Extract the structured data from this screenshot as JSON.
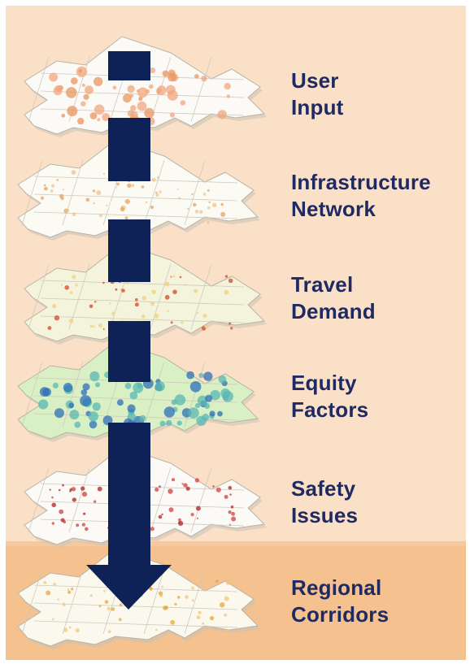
{
  "layers": [
    {
      "line1": "User",
      "line2": "Input",
      "fill": "#fbfaf6",
      "dot": "#f2a77d",
      "accent": "#e9965f"
    },
    {
      "line1": "Infrastructure",
      "line2": "Network",
      "fill": "#fbfaf3",
      "dot": "#f1c38d",
      "accent": "#e6a25f"
    },
    {
      "line1": "Travel",
      "line2": "Demand",
      "fill": "#f4f4dc",
      "dot": "#f0d27a",
      "accent": "#d9462a"
    },
    {
      "line1": "Equity",
      "line2": "Factors",
      "fill": "#d9efc4",
      "dot": "#58b7b1",
      "accent": "#2e6fb8"
    },
    {
      "line1": "Safety",
      "line2": "Issues",
      "fill": "#fbfaf6",
      "dot": "#d24040",
      "accent": "#b22222"
    },
    {
      "line1": "Regional",
      "line2": "Corridors",
      "fill": "#fbf8ee",
      "dot": "#f0c77a",
      "accent": "#e8a640"
    }
  ],
  "colors": {
    "arrow": "#0f2258",
    "label": "#1f2a63",
    "panel_top": "#fbe0c8",
    "panel_bottom": "#f4c18f"
  }
}
